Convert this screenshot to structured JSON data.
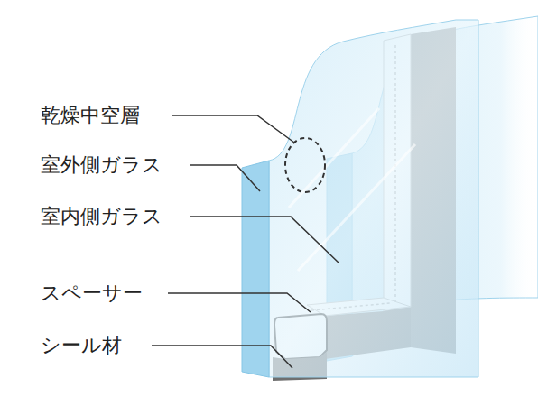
{
  "diagram": {
    "labels": [
      "乾燥中空層",
      "室外側ガラス",
      "室内側ガラス",
      "スペーサー",
      "シール材"
    ]
  }
}
